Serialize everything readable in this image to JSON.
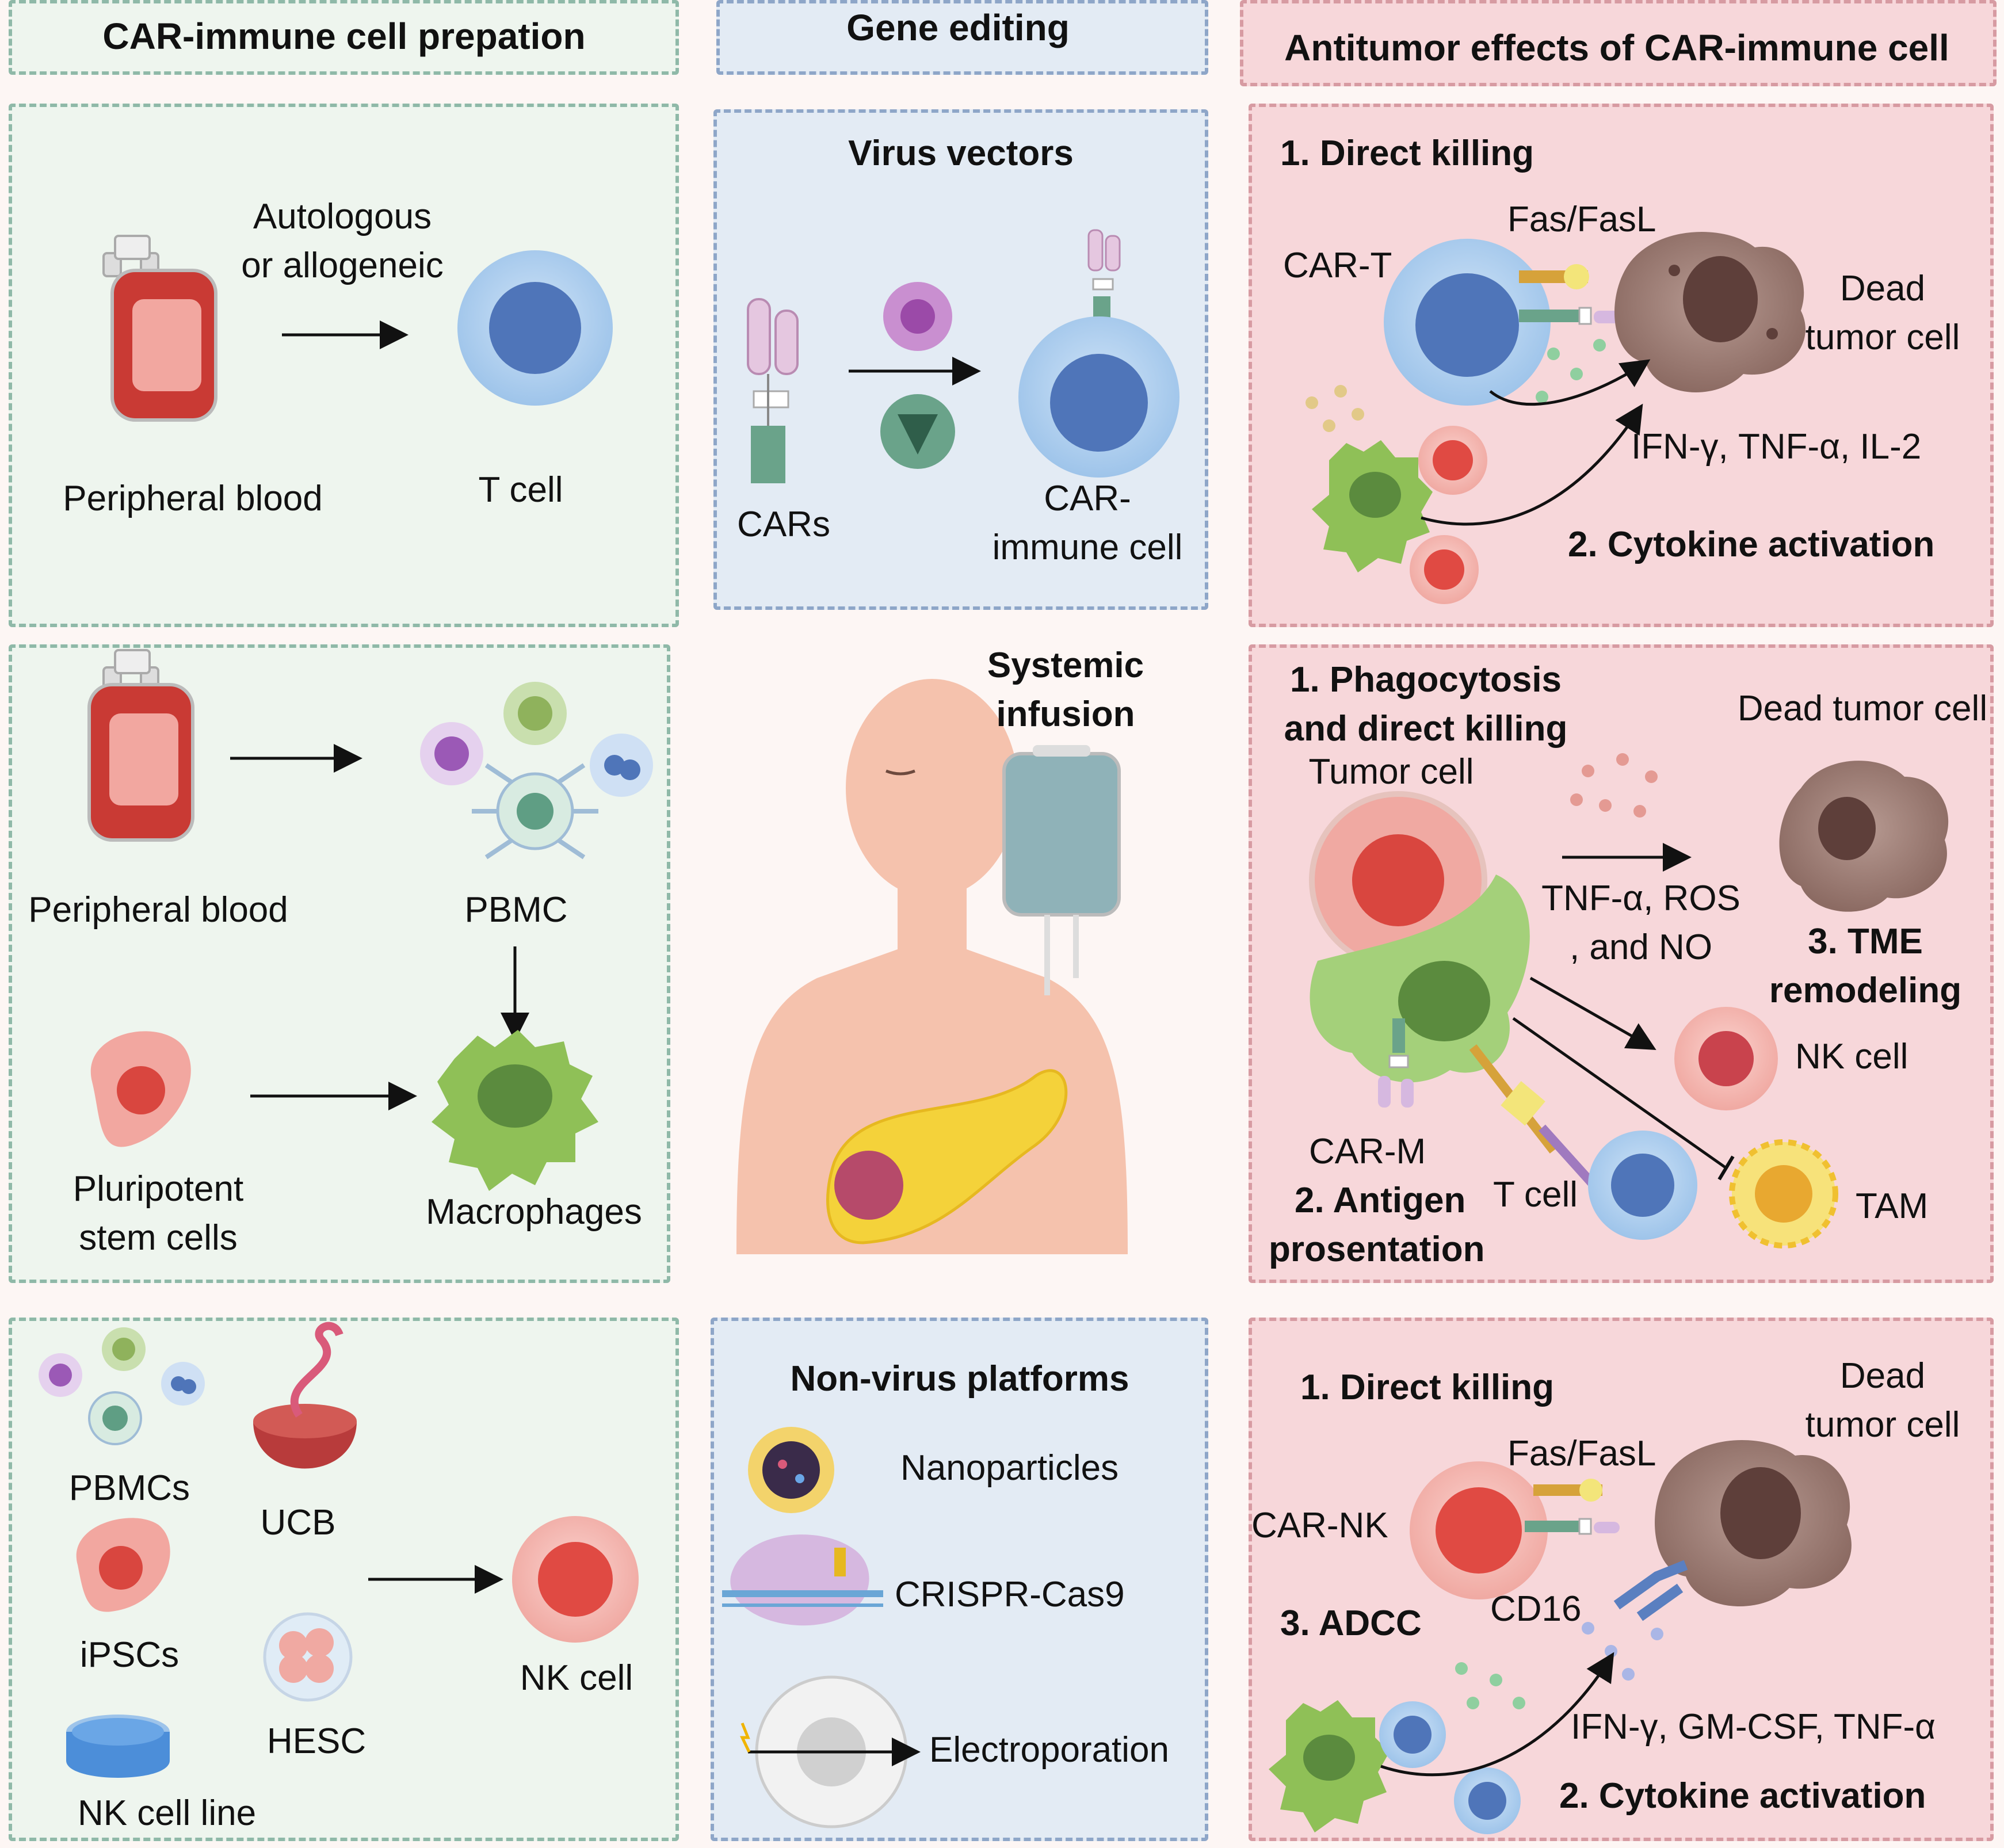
{
  "headers": {
    "col1": "CAR-immune cell prepation",
    "col2": "Gene editing",
    "col3": "Antitumor effects of CAR-immune cell"
  },
  "col1": {
    "row1": {
      "source": "Peripheral blood",
      "arrow_label_line1": "Autologous",
      "arrow_label_line2": "or allogeneic",
      "product": "T cell"
    },
    "row2": {
      "source": "Peripheral blood",
      "intermediate": "PBMC",
      "alt_source_line1": "Pluripotent",
      "alt_source_line2": "stem cells",
      "product": "Macrophages"
    },
    "row3": {
      "sources": [
        "PBMCs",
        "UCB",
        "iPSCs",
        "HESC",
        "NK cell line"
      ],
      "product": "NK cell"
    }
  },
  "col2": {
    "virus": {
      "title": "Virus vectors",
      "cars_label": "CARs",
      "result_line1": "CAR-",
      "result_line2": "immune cell"
    },
    "infusion": {
      "line1": "Systemic",
      "line2": "infusion"
    },
    "nonvirus": {
      "title": "Non-virus platforms",
      "items": [
        "Nanoparticles",
        "CRISPR-Cas9",
        "Electroporation"
      ]
    }
  },
  "col3": {
    "cart": {
      "step1": "1. Direct killing",
      "cell": "CAR-T",
      "fas": "Fas/FasL",
      "dead_line1": "Dead",
      "dead_line2": "tumor cell",
      "cytokines": "IFN-γ, TNF-α, IL-2",
      "step2": "2. Cytokine activation"
    },
    "carm": {
      "step1_line1": "1. Phagocytosis",
      "step1_line2": "and direct killing",
      "tumor": "Tumor cell",
      "dead": "Dead tumor cell",
      "factors_line1": "TNF-α, ROS",
      "factors_line2": ", and NO",
      "step3_line1": "3. TME",
      "step3_line2": "remodeling",
      "nk": "NK cell",
      "cell": "CAR-M",
      "step2_line1": "2. Antigen",
      "step2_line2": "prosentation",
      "tcell": "T cell",
      "tam": "TAM"
    },
    "carnk": {
      "step1": "1. Direct killing",
      "dead_line1": "Dead",
      "dead_line2": "tumor cell",
      "fas": "Fas/FasL",
      "cell": "CAR-NK",
      "step3": "3. ADCC",
      "cd16": "CD16",
      "cytokines": "IFN-γ, GM-CSF, TNF-α",
      "step2": "2. Cytokine activation"
    }
  },
  "colors": {
    "tcell": "#7aa3d6",
    "nk": "#e8625c",
    "macrophage": "#8fc057",
    "tumor": "#8c6b63",
    "blood": "#c93a34",
    "panel_green": "#eef5ee",
    "panel_blue": "#e3ebf4",
    "panel_pink": "#f7d7da"
  }
}
